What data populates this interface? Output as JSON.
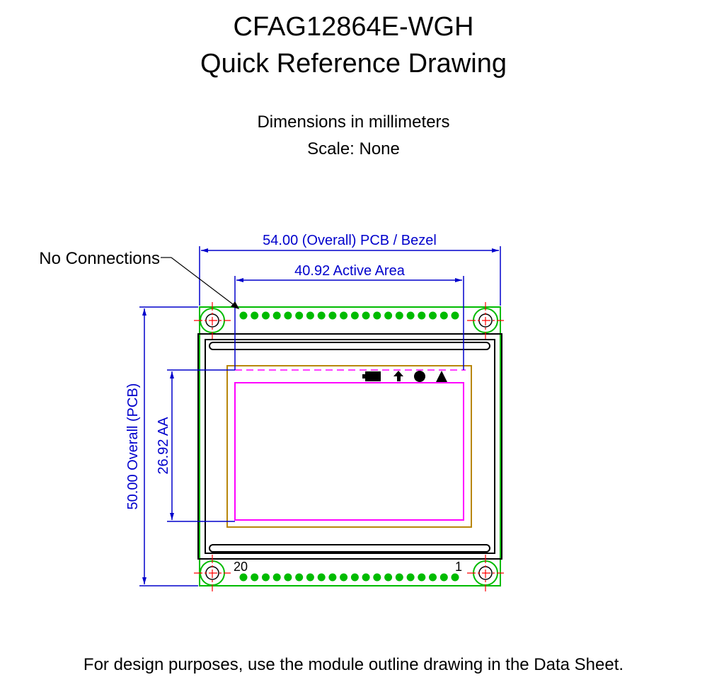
{
  "title": {
    "line1": "CFAG12864E-WGH",
    "line2": "Quick Reference Drawing"
  },
  "subtitle": {
    "line1": "Dimensions in millimeters",
    "line2": "Scale: None"
  },
  "drawing": {
    "overall_width_label": "54.00 (Overall) PCB / Bezel",
    "active_width_label": "40.92 Active Area",
    "overall_height_label": "50.00 Overall (PCB)",
    "active_height_label": "26.92 AA",
    "callout_label": "No Connections",
    "pin_label_left": "20",
    "pin_label_right": "1",
    "pin_count_per_row": 20,
    "colors": {
      "dimension": "#0000cc",
      "pcb_outline": "#00bb00",
      "bezel": "#b8860b",
      "active_area": "#ff00ff",
      "center_mark": "#ff0000",
      "outline": "#000000"
    },
    "icons": [
      "battery-icon",
      "house-icon",
      "circle-icon",
      "triangle-icon"
    ]
  },
  "footer": {
    "note": "For design purposes, use the module outline drawing in the Data Sheet."
  }
}
